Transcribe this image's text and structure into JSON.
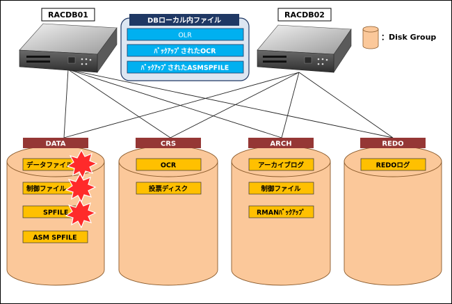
{
  "servers": [
    {
      "id": "rac1",
      "label": "RACDB01"
    },
    {
      "id": "rac2",
      "label": "RACDB02"
    }
  ],
  "local_files": {
    "title": "DBローカル内ファイル",
    "items": [
      "OLR",
      "ﾊﾞｯｸｱｯﾌﾟされたOCR",
      "ﾊﾞｯｸｱｯﾌﾟされたASMSPFILE"
    ]
  },
  "legend": {
    "label": "：Disk Group"
  },
  "disk_groups": [
    {
      "id": "data",
      "name": "DATA",
      "items": [
        "データファイル",
        "制御ファイル",
        "SPFILE",
        "ASM SPFILE"
      ]
    },
    {
      "id": "crs",
      "name": "CRS",
      "items": [
        "OCR",
        "投票ディスク"
      ]
    },
    {
      "id": "arch",
      "name": "ARCH",
      "items": [
        "アーカイブログ",
        "制御ファイル",
        "RMANﾊﾞｯｸｱｯﾌﾟ"
      ]
    },
    {
      "id": "redo",
      "name": "REDO",
      "items": [
        "REDOログ"
      ]
    }
  ],
  "colors": {
    "cylinder_fill": "#fbc89a",
    "cylinder_stroke": "#8a5a2b",
    "group_tag": "#953735",
    "item_fill": "#ffc000",
    "local_panel_bg": "#dce6f2",
    "local_title_bg": "#1f3864",
    "local_item_bg": "#00b0f0",
    "burst_fill": "#ff2a2a"
  }
}
